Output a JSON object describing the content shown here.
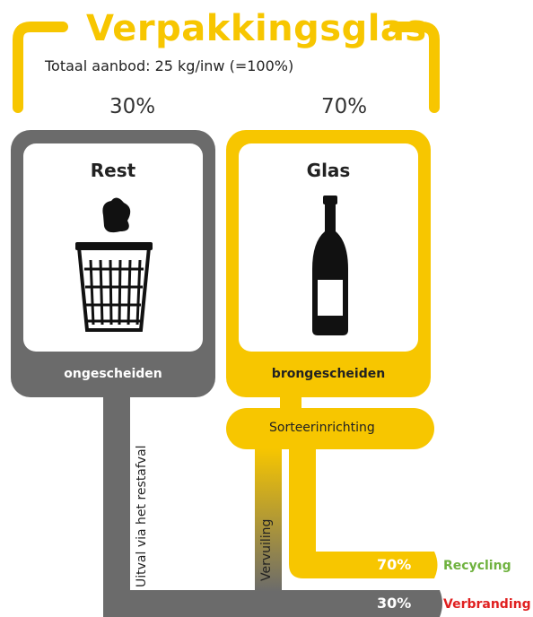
{
  "title": "Verpakkingsglas",
  "subtitle": "Totaal aanbod: 25 kg/inw (=100%)",
  "left": {
    "percent": "30%",
    "heading": "Rest",
    "footer": "ongescheiden",
    "flow_label": "Uitval via het restafval",
    "icon": "trash-bin-icon"
  },
  "right": {
    "percent": "70%",
    "heading": "Glas",
    "footer": "brongescheiden",
    "icon": "glass-bottle-icon"
  },
  "sorting": {
    "label": "Sorteerinrichting",
    "loss_label": "Vervuiling"
  },
  "outputs": {
    "recycling": {
      "percent": "70%",
      "label": "Recycling",
      "color": "#6fb23f"
    },
    "incineration": {
      "percent": "30%",
      "label": "Verbranding",
      "color": "#e02020"
    }
  },
  "colors": {
    "yellow": "#f7c600",
    "gray": "#6b6b6b",
    "dark": "#222222"
  }
}
